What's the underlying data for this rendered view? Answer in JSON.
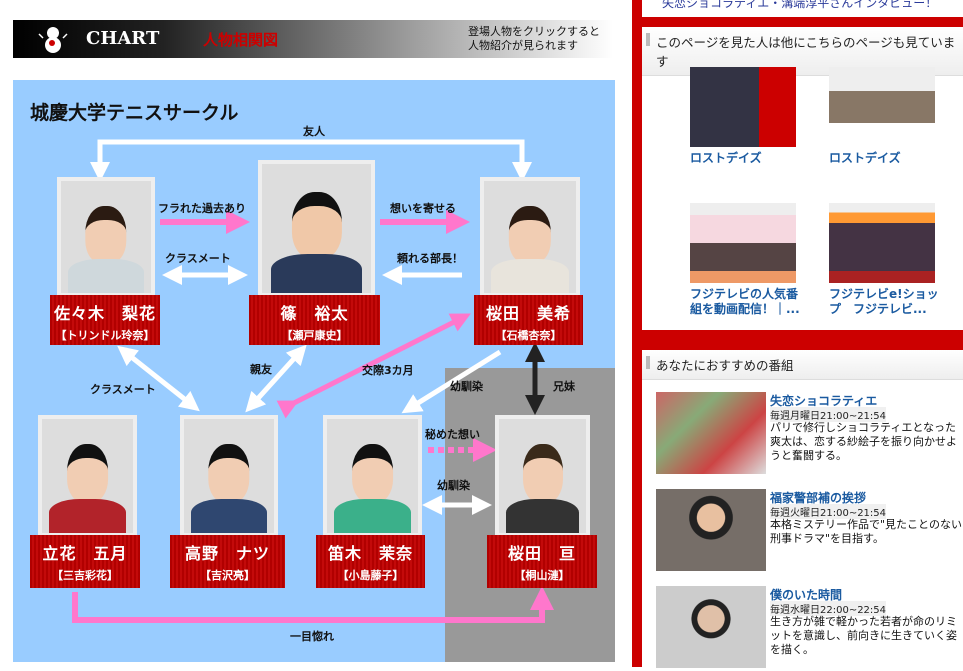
{
  "header": {
    "logo": "CHART",
    "title": "人物相関図",
    "note_line1": "登場人物をクリックすると",
    "note_line2": "人物紹介が見られます"
  },
  "group_title": "城慶大学テニスサークル",
  "characters": [
    {
      "name": "佐々木　梨花",
      "actor": "【トリンドル玲奈】"
    },
    {
      "name": "篠　裕太",
      "actor": "【瀬戸康史】"
    },
    {
      "name": "桜田　美希",
      "actor": "【石橋杏奈】"
    },
    {
      "name": "立花　五月",
      "actor": "【三吉彩花】"
    },
    {
      "name": "高野　ナツ",
      "actor": "【吉沢亮】"
    },
    {
      "name": "笛木　茉奈",
      "actor": "【小島藤子】"
    },
    {
      "name": "桜田　亘",
      "actor": "【桐山漣】"
    }
  ],
  "relations": {
    "r1": "友人",
    "r2": "フラれた過去あり",
    "r3": "想いを寄せる",
    "r4": "クラスメート",
    "r5": "頼れる部長！",
    "r6": "親友",
    "r7": "交際3カ月",
    "r8": "クラスメート",
    "r9": "幼馴染",
    "r10": "兄妹",
    "r11": "秘めた想い",
    "r12": "幼馴染",
    "r13": "一目惚れ"
  },
  "colors": {
    "pink": "#ff77cc",
    "red": "#cc0000",
    "panel": "#99ccff"
  },
  "sidebar": {
    "top_link": "失恋ショコラティエ・溝端淳平さんインタビュー！",
    "related_title": "このページを見た人は他にこちらのページも見ています",
    "related": [
      {
        "label": "ロストデイズ"
      },
      {
        "label": "ロストデイズ"
      },
      {
        "label": "フジテレビの人気番組を動画配信！｜..."
      },
      {
        "label": "フジテレビe!ショップ　フジテレビ..."
      }
    ],
    "recommend_title": "あなたにおすすめの番組",
    "recommend": [
      {
        "title": "失恋ショコラティエ",
        "time": "毎週月曜日21:00~21:54",
        "desc": "パリで修行しショコラティエとなった爽太は、恋する紗絵子を振り向かせようと奮闘する。"
      },
      {
        "title": "福家警部補の挨拶",
        "time": "毎週火曜日21:00~21:54",
        "desc": "本格ミステリー作品で\"見たことのない刑事ドラマ\"を目指す。"
      },
      {
        "title": "僕のいた時間",
        "time": "毎週水曜日22:00~22:54",
        "desc": "生き方が雑で軽かった若者が命のリミットを意識し、前向きに生きていく姿を描く。"
      }
    ]
  }
}
